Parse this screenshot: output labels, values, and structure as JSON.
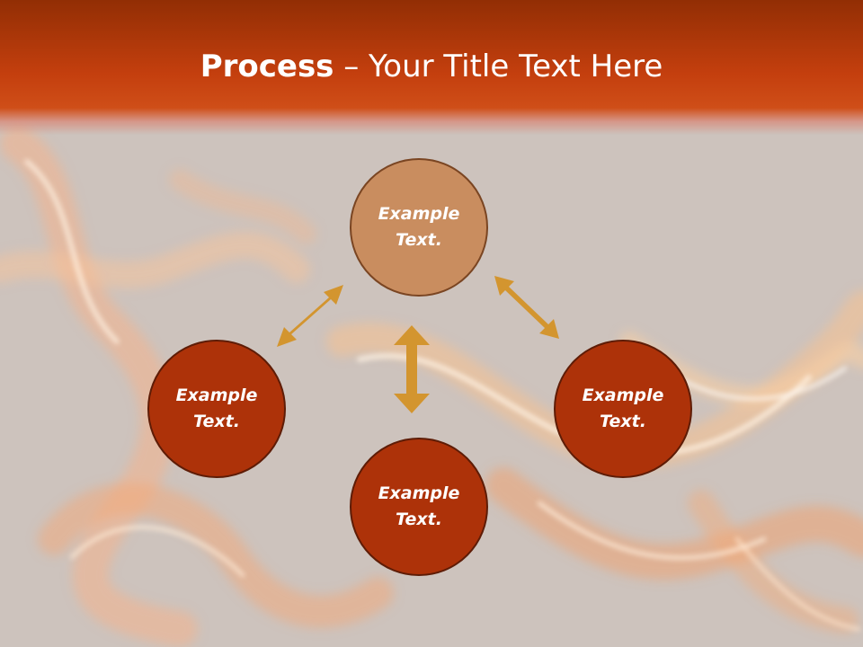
{
  "slide": {
    "title_bold": "Process",
    "title_rest": " – Your Title Text Here"
  },
  "nodes": {
    "top": "Example Text.",
    "left": "Example Text.",
    "right": "Example Text.",
    "bottom": "Example Text."
  },
  "colors": {
    "header": "#c43f0e",
    "top_node": "#c98d5f",
    "dark_node": "#ad3209",
    "arrow": "#d3952f",
    "background": "#cdc3bd"
  }
}
